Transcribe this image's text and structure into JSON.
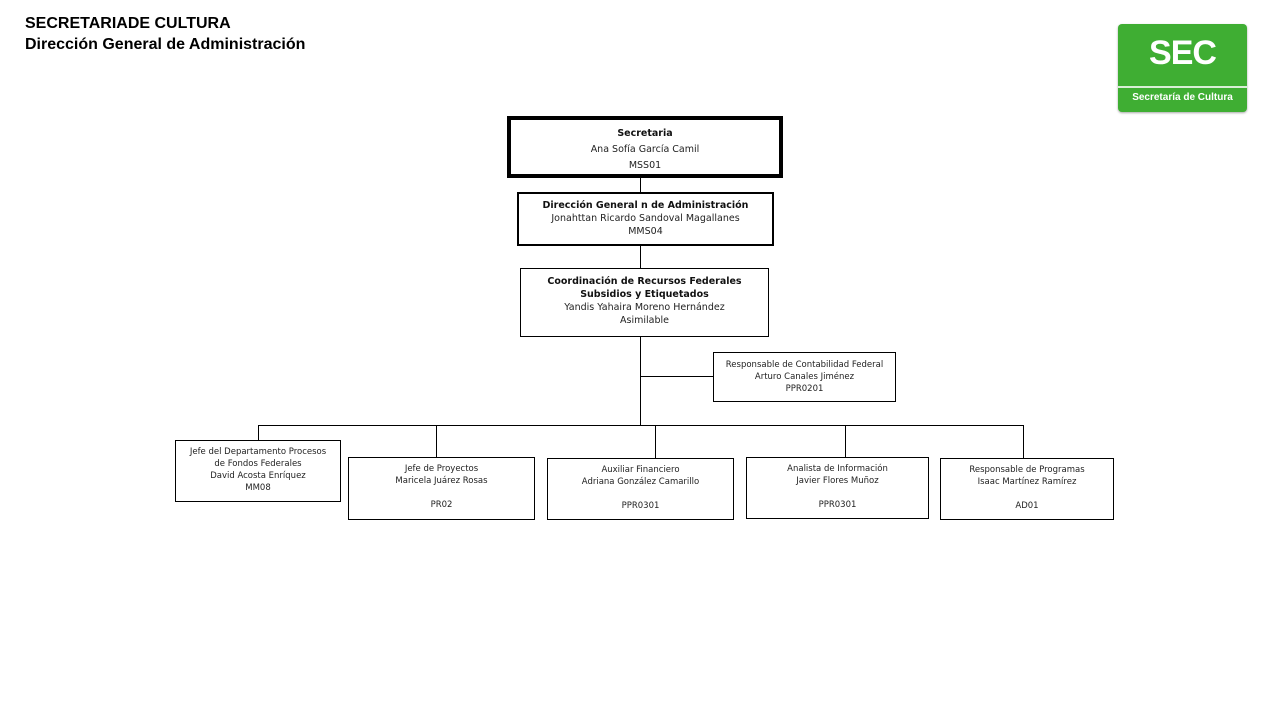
{
  "header": {
    "line1": "SECRETARIADE CULTURA",
    "line2": "Dirección General  de Administración"
  },
  "logo": {
    "text": "SEC",
    "subtitle": "Secretaría de Cultura",
    "color": "#3fae33"
  },
  "nodes": {
    "secretaria": {
      "title": "Secretaria",
      "name": "Ana Sofía García Camil",
      "code": "MSS01"
    },
    "direccion": {
      "title": "Dirección General n de Administración",
      "name": "Jonahttan Ricardo Sandoval Magallanes",
      "code": "MMS04"
    },
    "coordinacion": {
      "title1": "Coordinación  de Recursos  Federales",
      "title2": "Subsidios y Etiquetados",
      "name": "Yandis Yahaira Moreno Hernández",
      "code": "Asimilable"
    },
    "contabilidad": {
      "title": "Responsable de Contabilidad Federal",
      "name": "Arturo Canales Jiménez",
      "code": "PPR0201"
    },
    "jefe_depto": {
      "title1": "Jefe del Departamento Procesos",
      "title2": "de Fondos Federales",
      "name": "David Acosta Enríquez",
      "code": "MM08"
    },
    "jefe_proyectos": {
      "title": "Jefe de Proyectos",
      "name": "Maricela Juárez Rosas",
      "code": "PR02"
    },
    "auxiliar": {
      "title": "Auxiliar Financiero",
      "name": "Adriana González Camarillo",
      "code": "PPR0301"
    },
    "analista": {
      "title": "Analista de Información",
      "name": "Javier Flores Muñoz",
      "code": "PPR0301"
    },
    "resp_programas": {
      "title": "Responsable de Programas",
      "name": "Isaac Martínez Ramírez",
      "code": "AD01"
    }
  }
}
